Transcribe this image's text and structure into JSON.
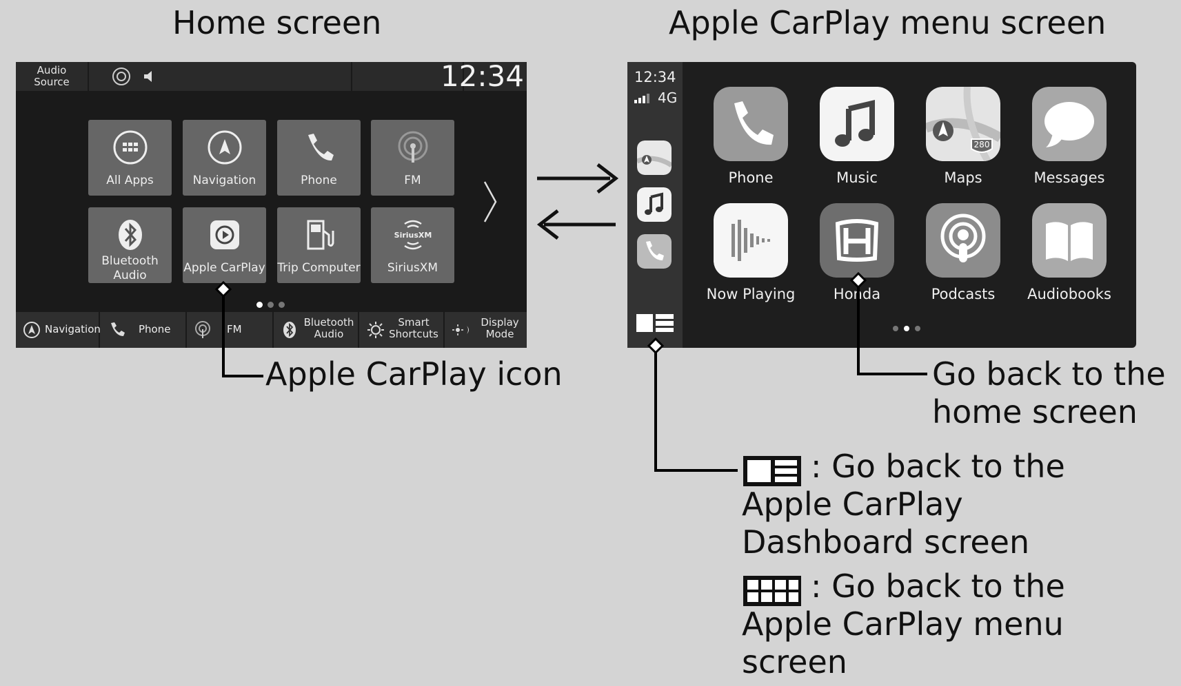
{
  "titles": {
    "home": "Home screen",
    "carplay": "Apple CarPlay menu screen"
  },
  "home": {
    "audio_source": [
      "Audio",
      "Source"
    ],
    "time": "12:34",
    "tiles": [
      {
        "label": "All Apps",
        "icon": "grid-icon"
      },
      {
        "label": "Navigation",
        "icon": "navigation-icon"
      },
      {
        "label": "Phone",
        "icon": "phone-icon"
      },
      {
        "label": "FM",
        "icon": "radio-icon"
      },
      {
        "label": [
          "Bluetooth",
          "Audio"
        ],
        "icon": "bluetooth-icon"
      },
      {
        "label": "Apple CarPlay",
        "icon": "carplay-icon"
      },
      {
        "label": "Trip Computer",
        "icon": "fuel-icon"
      },
      {
        "label": "SiriusXM",
        "icon": "siriusxm-icon",
        "logo_text": "SiriusXM"
      }
    ],
    "bottom_bar": [
      {
        "label": "Navigation",
        "icon": "navigation-icon"
      },
      {
        "label": "Phone",
        "icon": "phone-icon"
      },
      {
        "label": "FM",
        "icon": "radio-icon"
      },
      {
        "label": [
          "Bluetooth",
          "Audio"
        ],
        "icon": "bluetooth-icon"
      },
      {
        "label": [
          "Smart",
          "Shortcuts"
        ],
        "icon": "shortcuts-icon"
      },
      {
        "label": [
          "Display",
          "Mode"
        ],
        "icon": "display-mode-icon"
      }
    ],
    "page_dots": 3,
    "active_page": 1
  },
  "carplay": {
    "time": "12:34",
    "signal": "4G",
    "apps": [
      {
        "label": "Phone",
        "icon": "phone-icon"
      },
      {
        "label": "Music",
        "icon": "music-icon"
      },
      {
        "label": "Maps",
        "icon": "maps-icon",
        "badge": "280"
      },
      {
        "label": "Messages",
        "icon": "messages-icon"
      },
      {
        "label": "Now Playing",
        "icon": "waveform-icon"
      },
      {
        "label": "Honda",
        "icon": "honda-icon"
      },
      {
        "label": "Podcasts",
        "icon": "podcasts-icon"
      },
      {
        "label": "Audiobooks",
        "icon": "book-icon"
      }
    ],
    "page_dots": 3,
    "active_page": 2
  },
  "callouts": {
    "carplay_icon": "Apple CarPlay icon",
    "home_back": [
      "Go back to the",
      "home screen"
    ],
    "dashboard": [
      ": Go back to the",
      "Apple CarPlay",
      "Dashboard screen"
    ],
    "menu": [
      ": Go back to the",
      "Apple CarPlay menu",
      "screen"
    ]
  }
}
